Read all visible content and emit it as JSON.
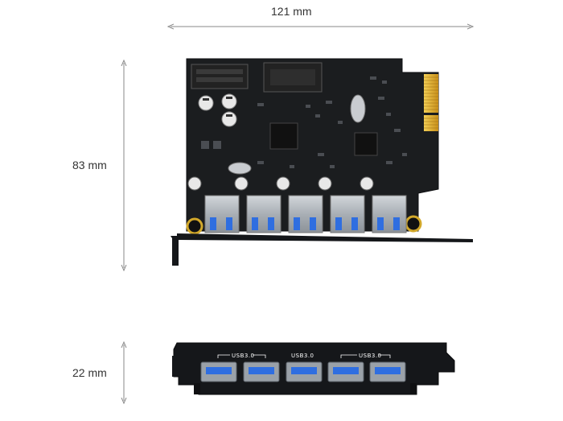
{
  "dimensions": {
    "width": "121 mm",
    "height": "83 mm",
    "depth": "22 mm"
  },
  "bracket_labels": [
    "USB3.0",
    "USB3.0",
    "USB3.0"
  ],
  "usb_port_count": 5,
  "colors": {
    "pcb": "#1b1d1f",
    "port_metal": "#aeb4ba",
    "port_blue": "#2f6ee0",
    "bracket": "#15171a",
    "gold": "#e7b326",
    "dimension_line": "#8a8a8a"
  }
}
